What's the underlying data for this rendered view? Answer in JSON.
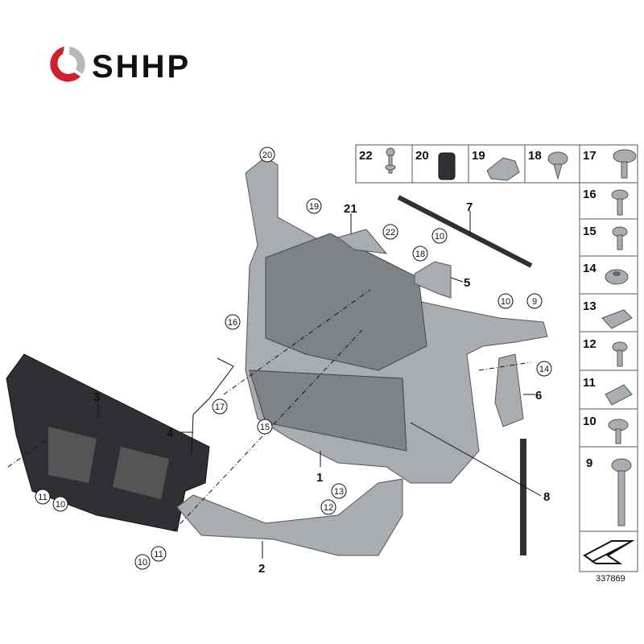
{
  "logo": {
    "text": "SHHP",
    "colors": {
      "red": "#d0202e",
      "gray": "#b8b8b8"
    }
  },
  "reference_number": "337869",
  "parts_table": {
    "top_row": [
      {
        "number": "22",
        "icon": "push-rivet-icon"
      },
      {
        "number": "20",
        "icon": "rubber-buffer-icon"
      },
      {
        "number": "19",
        "icon": "clip-icon"
      },
      {
        "number": "18",
        "icon": "screw-icon"
      },
      {
        "number": "17",
        "icon": "flange-screw-icon"
      }
    ],
    "right_column": [
      {
        "number": "16",
        "icon": "collar-screw-icon"
      },
      {
        "number": "15",
        "icon": "hex-bolt-icon"
      },
      {
        "number": "14",
        "icon": "hex-nut-icon"
      },
      {
        "number": "13",
        "icon": "clip-nut-icon"
      },
      {
        "number": "12",
        "icon": "screw-icon"
      },
      {
        "number": "11",
        "icon": "clip-nut-icon"
      },
      {
        "number": "10",
        "icon": "collar-screw-icon"
      },
      {
        "number": "9",
        "icon": "long-bolt-icon"
      }
    ],
    "footer_icon": "direction-arrow-icon"
  },
  "callouts": {
    "plain": [
      "1",
      "2",
      "3",
      "4",
      "5",
      "6",
      "7",
      "8",
      "21"
    ],
    "circled": [
      "20",
      "19",
      "22",
      "10",
      "18",
      "10",
      "9",
      "16",
      "14",
      "17",
      "15",
      "11",
      "10",
      "13",
      "12",
      "10",
      "11"
    ]
  }
}
